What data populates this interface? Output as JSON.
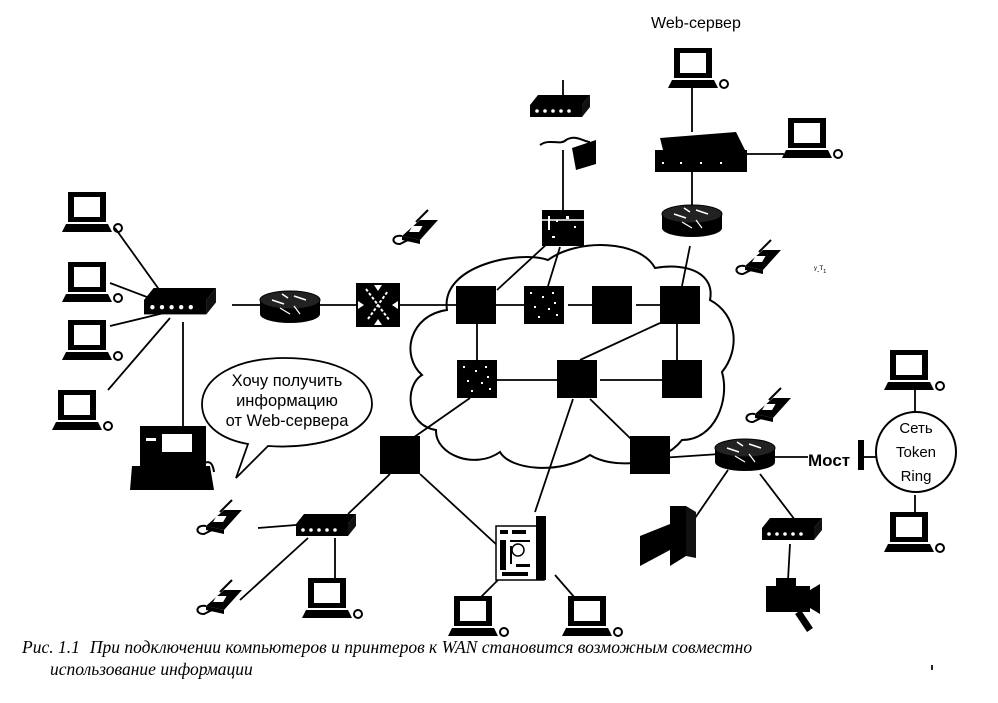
{
  "figure": {
    "labels": {
      "web_server": "Web-сервер",
      "speech_bubble": [
        "Хочу получить",
        "информацию",
        "от Web-сервера"
      ],
      "bridge": "Мост",
      "token_ring": [
        "Сеть",
        "Token",
        "Ring"
      ],
      "stray_mark": "ʸ.ᵀ₁"
    },
    "icons": {
      "workstation": "computer-icon",
      "hub": "hub-icon",
      "router": "router-icon",
      "switch": "wan-switch-icon",
      "atm_switch": "atm-switch-icon",
      "phone": "telephone-icon",
      "server": "server-icon",
      "printer": "printer-icon",
      "camera": "video-camera-icon",
      "pbx": "pbx-icon",
      "cloud": "wan-cloud"
    },
    "colors": {
      "ink": "#000000",
      "paper": "#ffffff"
    }
  },
  "caption": {
    "number": "Рис. 1.1",
    "line1": "При подключении компьютеров и принтеров к WAN становится возможным совместно",
    "line2": "использование информации"
  }
}
